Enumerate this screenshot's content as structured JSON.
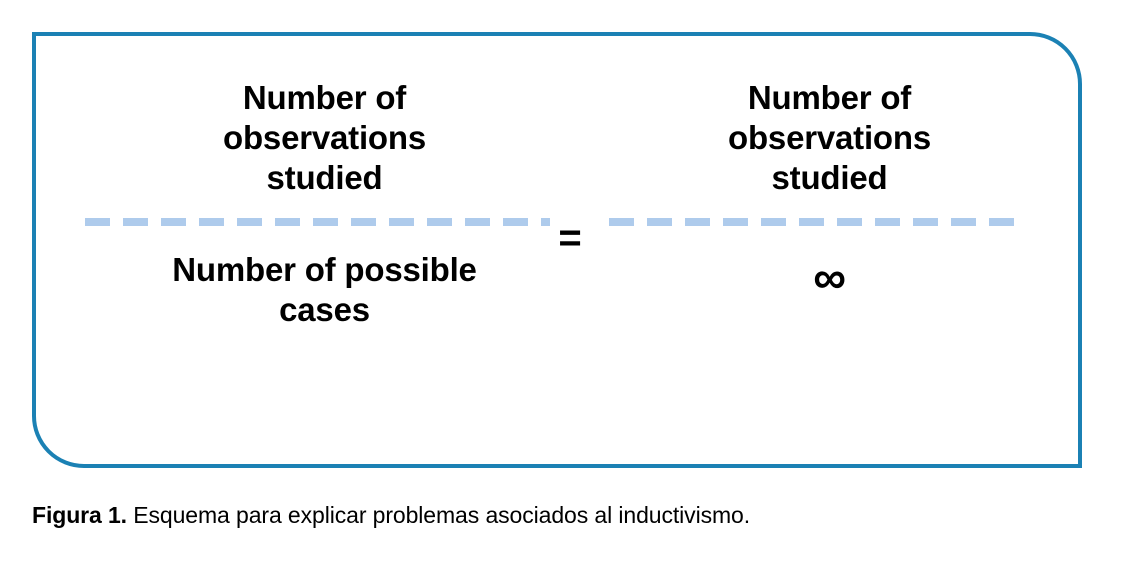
{
  "figure": {
    "frame": {
      "border_color": "#1b81b4",
      "background_color": "#ffffff"
    },
    "equation": {
      "operator": "=",
      "fraction_bar_color": "#aecbec",
      "left_fraction": {
        "numerator_lines": [
          "Number of",
          "observations",
          "studied"
        ],
        "denominator_lines": [
          "Number of possible",
          "cases"
        ]
      },
      "right_fraction": {
        "numerator_lines": [
          "Number of",
          "observations",
          "studied"
        ],
        "denominator_symbol": "∞"
      }
    }
  },
  "caption": {
    "label": "Figura 1.",
    "text": " Esquema para explicar problemas asociados al inductivismo."
  }
}
